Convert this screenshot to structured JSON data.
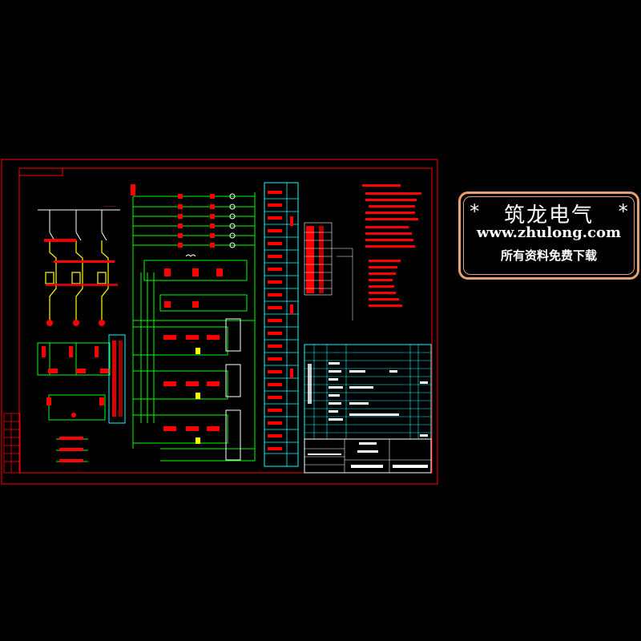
{
  "watermark": {
    "star": "*",
    "title": "筑龙电气",
    "url": "www.zhulong.com",
    "subtitle": "所有资料免费下载"
  },
  "colors": {
    "background": "#000000",
    "frame": "#ff0000",
    "wiring": "#00ff00",
    "terminal_strip": "#00ffff",
    "symbols": "#ff0000",
    "coils": "#ffff00",
    "contacts": "#ffffff",
    "stamp_border": "#e8a070"
  },
  "icons": {
    "device": "relay-symbol-icon",
    "lamp": "indicator-lamp-icon",
    "coil": "coil-icon"
  }
}
